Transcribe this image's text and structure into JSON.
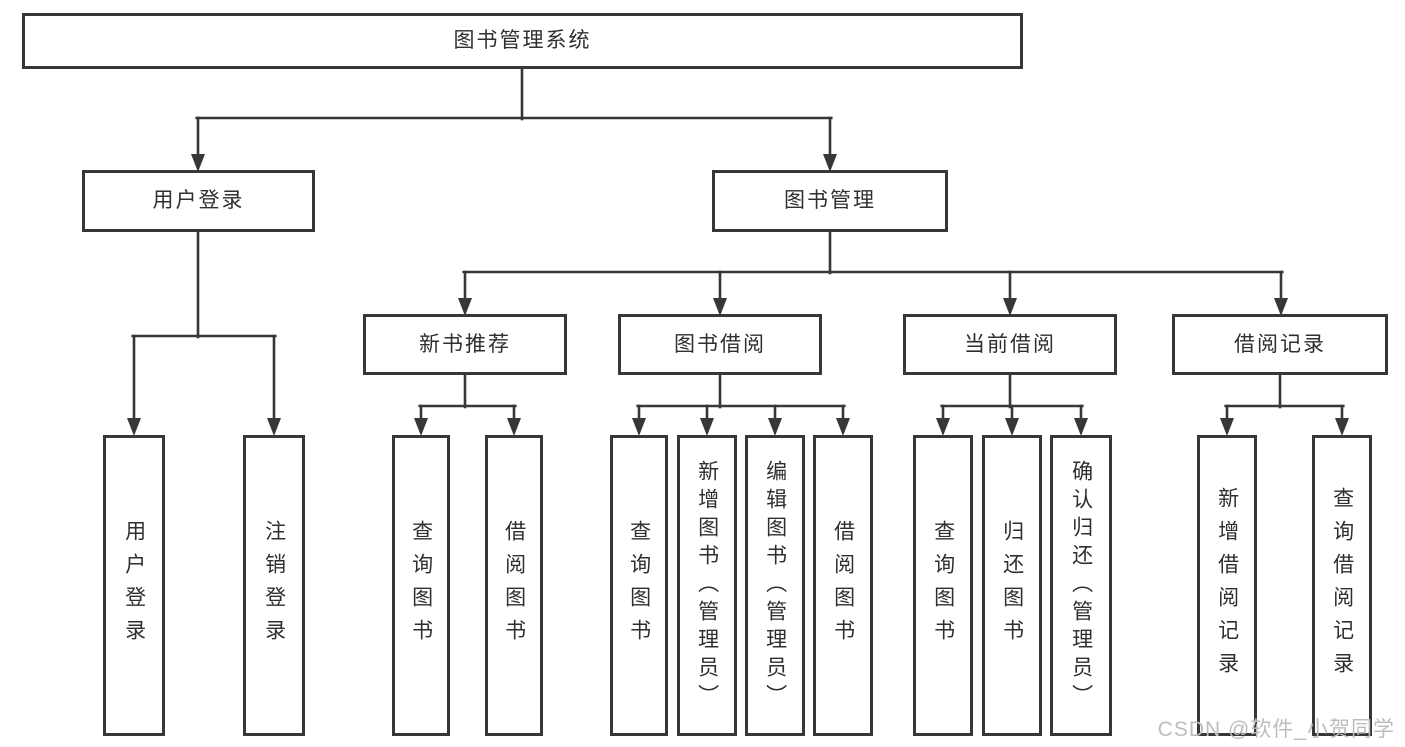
{
  "tree": {
    "root": {
      "label": "图书管理系统",
      "children": [
        {
          "label": "用户登录",
          "children": [
            {
              "label": "用户登录"
            },
            {
              "label": "注销登录"
            }
          ]
        },
        {
          "label": "图书管理",
          "children": [
            {
              "label": "新书推荐",
              "children": [
                {
                  "label": "查询图书"
                },
                {
                  "label": "借阅图书"
                }
              ]
            },
            {
              "label": "图书借阅",
              "children": [
                {
                  "label": "查询图书"
                },
                {
                  "label": "新增图书（管理员）"
                },
                {
                  "label": "编辑图书（管理员）"
                },
                {
                  "label": "借阅图书"
                }
              ]
            },
            {
              "label": "当前借阅",
              "children": [
                {
                  "label": "查询图书"
                },
                {
                  "label": "归还图书"
                },
                {
                  "label": "确认归还（管理员）"
                }
              ]
            },
            {
              "label": "借阅记录",
              "children": [
                {
                  "label": "新增借阅记录"
                },
                {
                  "label": "查询借阅记录"
                }
              ]
            }
          ]
        }
      ]
    }
  },
  "watermark": "CSDN @软件_小贺同学",
  "colors": {
    "line": "#373737",
    "box_background": "#ffffff",
    "text": "#2f2f2f",
    "watermark": "#bdbdbd"
  }
}
